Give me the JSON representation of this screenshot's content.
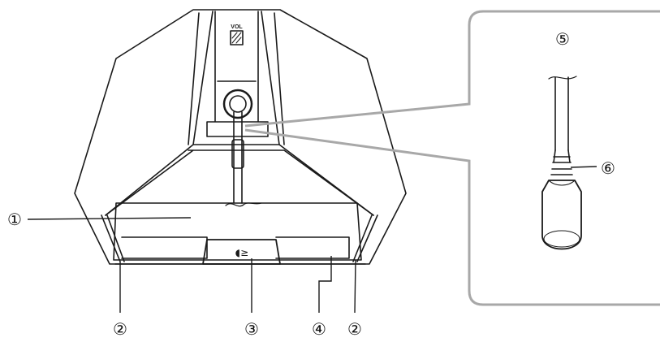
{
  "callouts": {
    "c1": "①",
    "c2_left": "②",
    "c2_right": "②",
    "c3": "③",
    "c4": "④",
    "c5": "⑤",
    "c6": "⑥"
  },
  "panel_label": "VOL",
  "colors": {
    "outline": "#1a1a1a",
    "callout_frame": "#a8a8a8",
    "background": "#ffffff"
  }
}
